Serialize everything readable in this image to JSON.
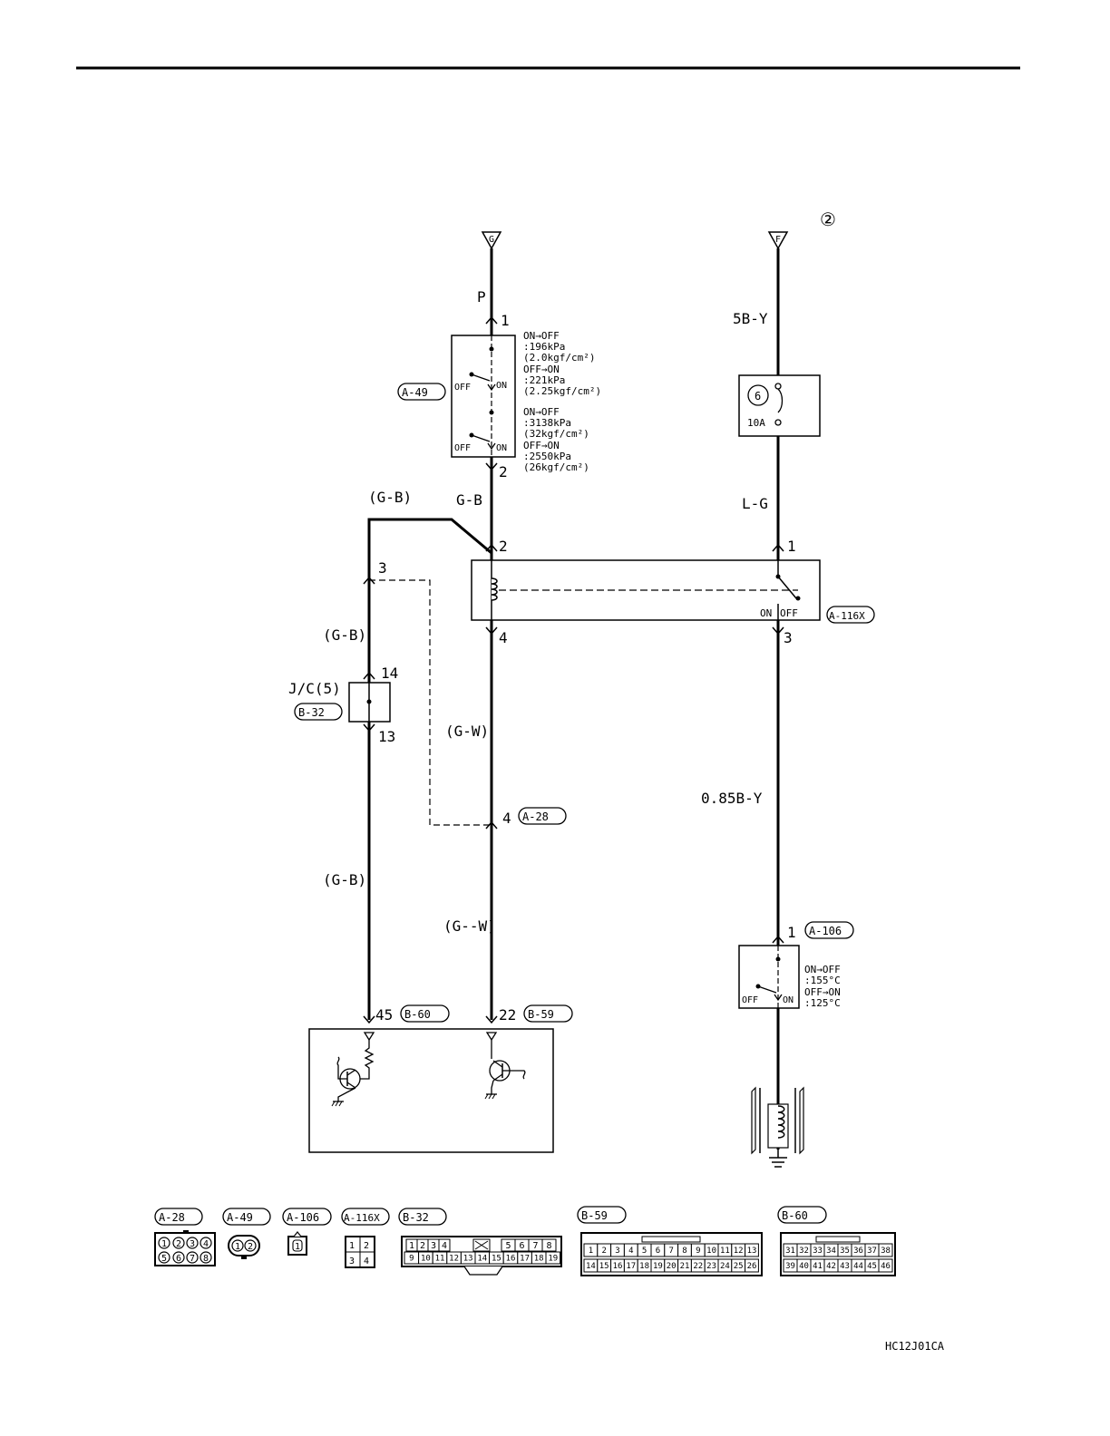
{
  "diagram_code": "HC12J01CA",
  "sheet_marker": "②",
  "terminals": {
    "g": "G",
    "f": "F"
  },
  "wires": {
    "p": "P",
    "g_b": "G-B",
    "g_b_paren": "(G-B)",
    "g_w": "(G-W)",
    "g_w_lower": "(G--W)",
    "b5_y": "5B-Y",
    "l_g": "L-G",
    "b085_y": "0.85B-Y"
  },
  "fuse": {
    "number": "6",
    "rating": "10A"
  },
  "pressure_switch": {
    "connector": "A-49",
    "pin_top": "1",
    "pin_bottom": "2",
    "off_label": "OFF",
    "on_label": "ON",
    "specs": [
      "ON→OFF",
      ":196kPa",
      "(2.0kgf/cm²)",
      "OFF→ON",
      ":221kPa",
      "(2.25kgf/cm²)",
      "ON→OFF",
      ":3138kPa",
      "(32kgf/cm²)",
      "OFF→ON",
      ":2550kPa",
      "(26kgf/cm²)"
    ]
  },
  "relay": {
    "connector": "A-116X",
    "pins": {
      "coil_in": "2",
      "coil_out": "4",
      "sw_in": "1",
      "sw_out": "3",
      "aux": "3"
    },
    "on_label": "ON",
    "off_label": "OFF"
  },
  "junction": {
    "name": "J/C(5)",
    "connector": "B-32",
    "pin_in": "14",
    "pin_out": "13"
  },
  "splice": {
    "pin": "4",
    "connector": "A-28"
  },
  "thermo_switch": {
    "connector": "A-106",
    "pin": "1",
    "off_label": "OFF",
    "on_label": "ON",
    "specs": [
      "ON→OFF",
      ":155°C",
      "OFF→ON",
      ":125°C"
    ]
  },
  "ecu": {
    "pin_left": "45",
    "conn_left": "B-60",
    "pin_right": "22",
    "conn_right": "B-59"
  },
  "connector_views": {
    "a28": {
      "label": "A-28",
      "pins": [
        "1",
        "2",
        "3",
        "4",
        "5",
        "6",
        "7",
        "8"
      ]
    },
    "a49": {
      "label": "A-49",
      "pins": [
        "1",
        "2"
      ]
    },
    "a106": {
      "label": "A-106",
      "pins": [
        "1"
      ]
    },
    "a116x": {
      "label": "A-116X",
      "pins": [
        "1",
        "2",
        "3",
        "4"
      ]
    },
    "b32": {
      "label": "B-32",
      "row1": [
        "1",
        "2",
        "3",
        "4",
        "",
        "5",
        "6",
        "7",
        "8"
      ],
      "row2": [
        "9",
        "10",
        "11",
        "12",
        "13",
        "14",
        "15",
        "16",
        "17",
        "18",
        "19"
      ]
    },
    "b59": {
      "label": "B-59",
      "row1": [
        "1",
        "2",
        "3",
        "4",
        "5",
        "6",
        "7",
        "8",
        "9",
        "10",
        "11",
        "12",
        "13"
      ],
      "row2": [
        "14",
        "15",
        "16",
        "17",
        "18",
        "19",
        "20",
        "21",
        "22",
        "23",
        "24",
        "25",
        "26"
      ]
    },
    "b60": {
      "label": "B-60",
      "row1": [
        "31",
        "32",
        "33",
        "34",
        "35",
        "36",
        "37",
        "38"
      ],
      "row2": [
        "39",
        "40",
        "41",
        "42",
        "43",
        "44",
        "45",
        "46"
      ]
    }
  }
}
